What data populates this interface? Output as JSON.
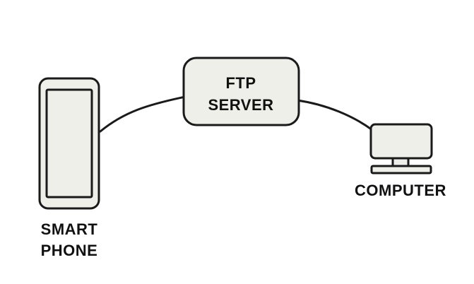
{
  "colors": {
    "stroke": "#1a1a1a",
    "fill": "#efefe9",
    "background": "#ffffff",
    "text": "#111111"
  },
  "nodes": {
    "phone": {
      "icon": "smartphone-icon",
      "label_line1": "SMART",
      "label_line2": "PHONE"
    },
    "server": {
      "label_line1": "FTP",
      "label_line2": "SERVER"
    },
    "computer": {
      "icon": "computer-monitor-icon",
      "label": "COMPUTER"
    }
  },
  "connections": [
    {
      "from": "phone",
      "to": "server"
    },
    {
      "from": "server",
      "to": "computer"
    }
  ]
}
